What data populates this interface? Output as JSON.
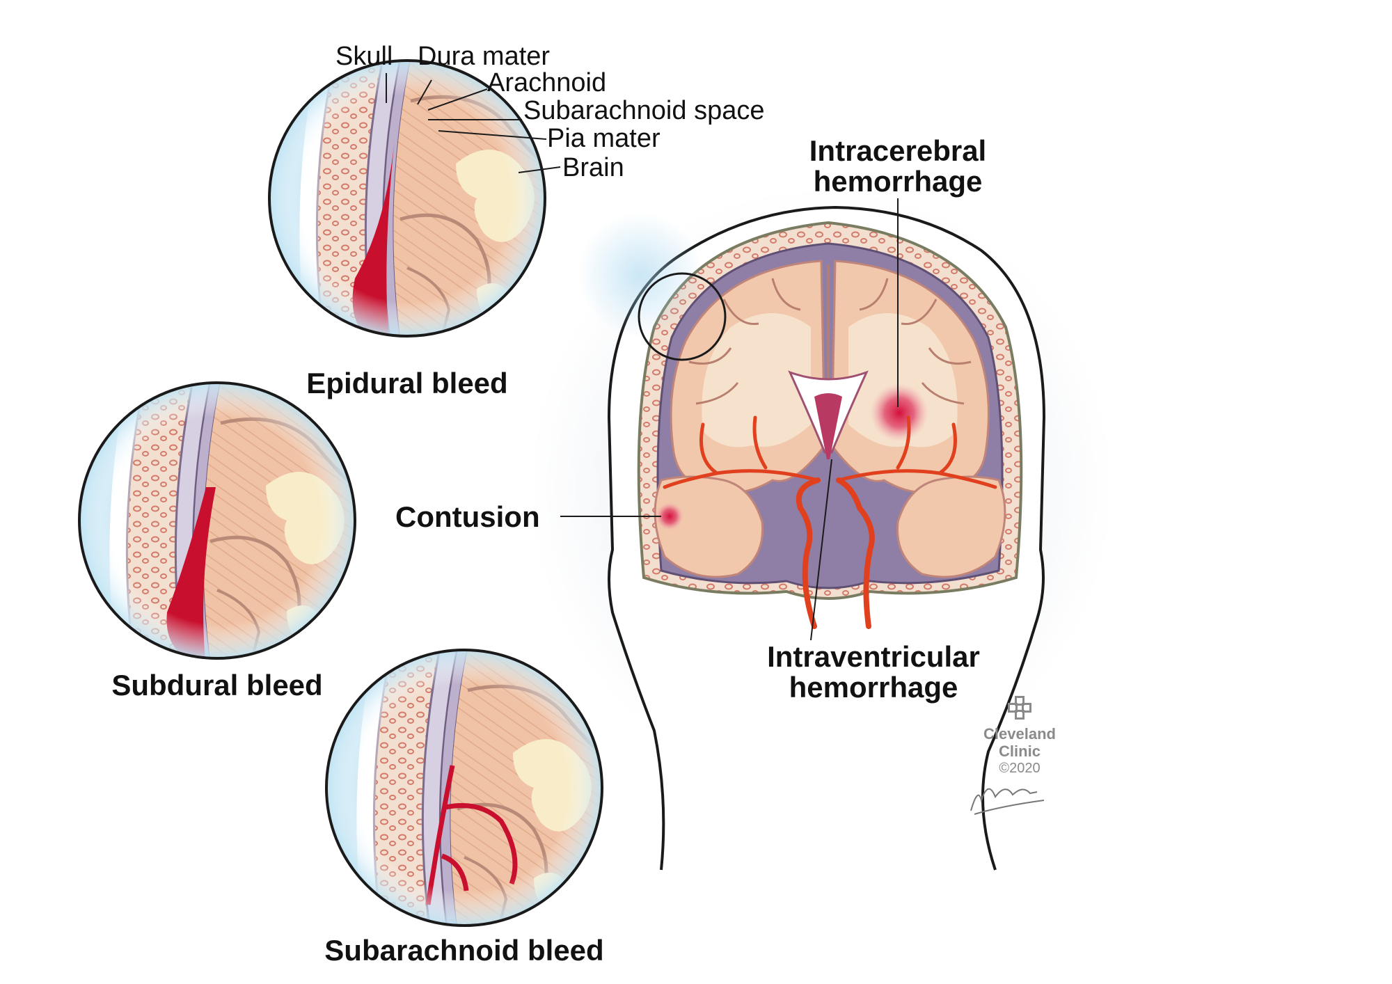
{
  "layer_labels": {
    "skull": "Skull",
    "dura_mater": "Dura mater",
    "arachnoid": "Arachnoid",
    "subarachnoid_space": "Subarachnoid space",
    "pia_mater": "Pia mater",
    "brain": "Brain"
  },
  "insets": {
    "epidural": "Epidural bleed",
    "subdural": "Subdural bleed",
    "subarachnoid": "Subarachnoid bleed"
  },
  "main_labels": {
    "intracerebral_line1": "Intracerebral",
    "intracerebral_line2": "hemorrhage",
    "contusion": "Contusion",
    "intraventricular_line1": "Intraventricular",
    "intraventricular_line2": "hemorrhage"
  },
  "credit": {
    "line1": "Cleveland",
    "line2": "Clinic",
    "year": "©2020"
  },
  "colors": {
    "blood": "#c8102e",
    "brain": "#f2c6a8",
    "brain_fold": "#d89a7a",
    "white_matter": "#f6ddc2",
    "skull": "#f1dccb",
    "membrane": "#9a86a8",
    "artery": "#e0401e",
    "glow": "#bfe3f3"
  },
  "icons": [
    "cleveland-clinic-logo-icon"
  ]
}
